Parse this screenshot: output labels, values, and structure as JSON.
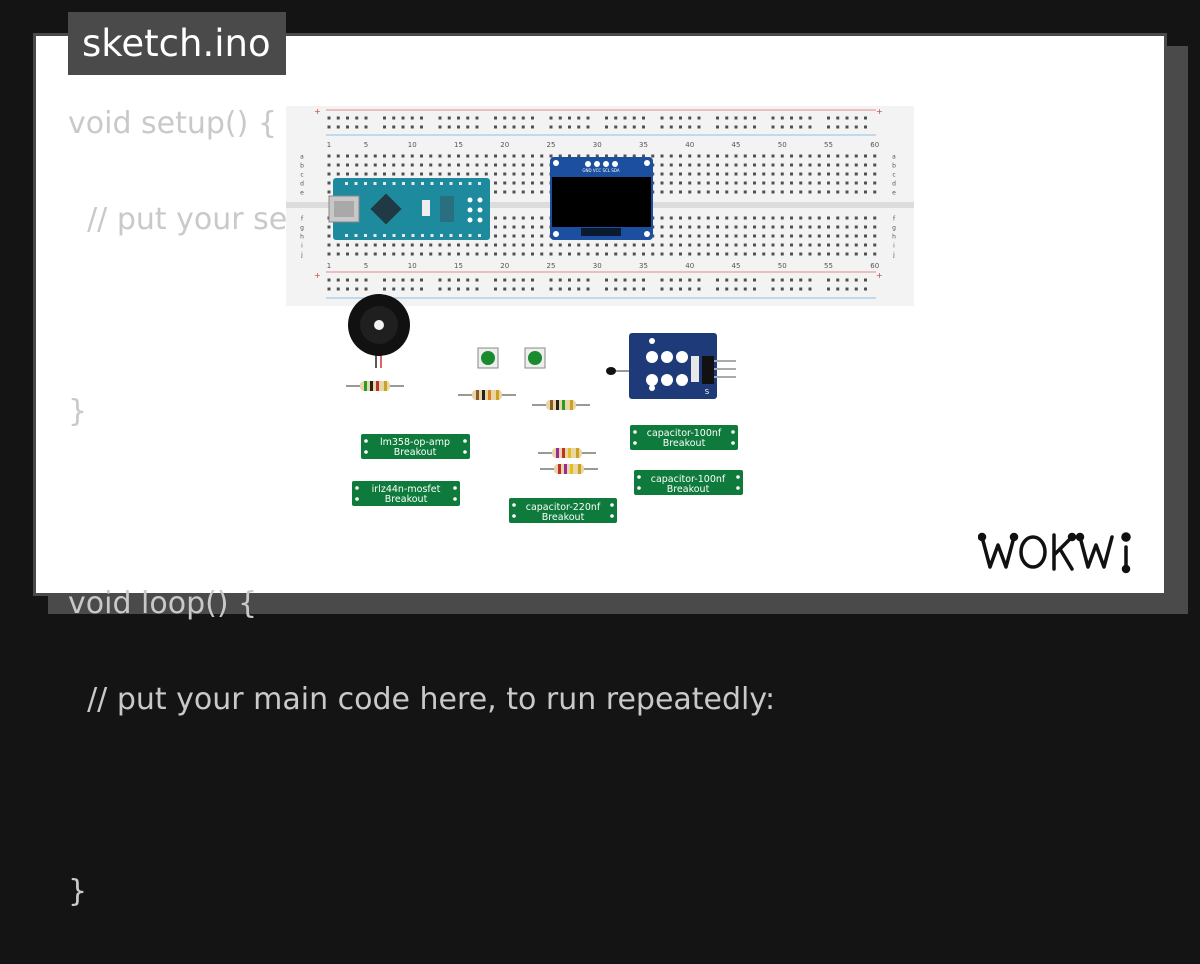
{
  "file_tab": {
    "label": "sketch.ino"
  },
  "code_lines": [
    "void setup() {",
    "  // put your setup code here, to run once:",
    "",
    "}",
    "",
    "void loop() {",
    "  // put your main code here, to run repeatedly:",
    "",
    "}"
  ],
  "breadboard": {
    "column_numbers": [
      "1",
      "5",
      "10",
      "15",
      "20",
      "25",
      "30",
      "35",
      "40",
      "45",
      "50",
      "55",
      "60"
    ],
    "row_letters_top": [
      "a",
      "b",
      "c",
      "d",
      "e"
    ],
    "row_letters_bottom": [
      "f",
      "g",
      "h",
      "i",
      "j"
    ],
    "rail_sign": "+"
  },
  "oled": {
    "pin_labels": "GND VCC SCL SDA"
  },
  "breakouts": [
    {
      "name": "lm358-op-amp",
      "sub": "Breakout"
    },
    {
      "name": "irlz44n-mosfet",
      "sub": "Breakout"
    },
    {
      "name": "capacitor-220nf",
      "sub": "Breakout"
    },
    {
      "name": "capacitor-100nf",
      "sub": "Breakout"
    },
    {
      "name": "capacitor-100nf",
      "sub": "Breakout"
    }
  ],
  "ntc_module": {
    "pin_label": "S"
  },
  "logo": {
    "alt": "WOKWI"
  },
  "colors": {
    "background": "#141414",
    "card": "#ffffff",
    "card_border": "#4a4a4a",
    "code_text": "#c9c9c9",
    "breakout_green": "#0e7a3c",
    "arduino_teal": "#1d8a9e",
    "oled_blue": "#1c4fa0",
    "module_navy": "#1e3a78"
  }
}
